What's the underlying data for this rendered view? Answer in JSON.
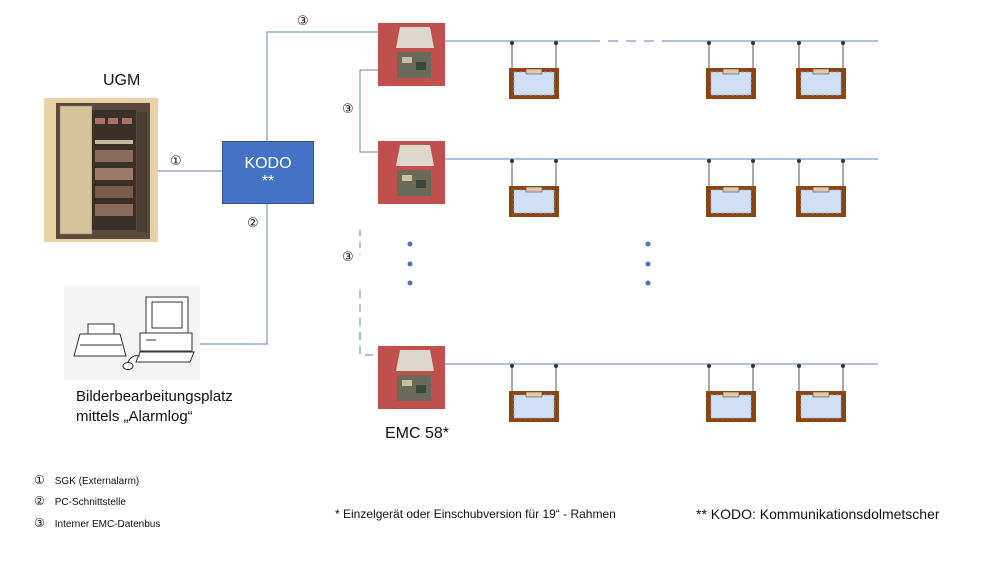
{
  "nodes": {
    "ugm": "UGM",
    "kodo": "KODO",
    "kodo_mark": "**",
    "workstation_line1": "Bilderbearbeitungsplatz",
    "workstation_line2": "mittels „Alarmlog“",
    "emc": "EMC 58*"
  },
  "markers": {
    "m1": "①",
    "m2": "②",
    "m3": "③"
  },
  "legend": [
    {
      "num": "①",
      "text": "SGK (Externalarm)"
    },
    {
      "num": "②",
      "text": "PC-Schnittstelle"
    },
    {
      "num": "③",
      "text": "Interner EMC-Datenbus"
    }
  ],
  "footnotes": {
    "single": "* Einzelgerät oder Einschubversion für 19“ - Rahmen",
    "kodo": "** KODO: Kommunikationsdolmetscher"
  },
  "colors": {
    "line": "#7f9bc8",
    "kodo_fill": "#4472c4",
    "panel_fill": "#c0504d",
    "frame": "#8b4513",
    "frame_inner": "#cfe0f6",
    "cabinet": "#e8d2a6"
  }
}
